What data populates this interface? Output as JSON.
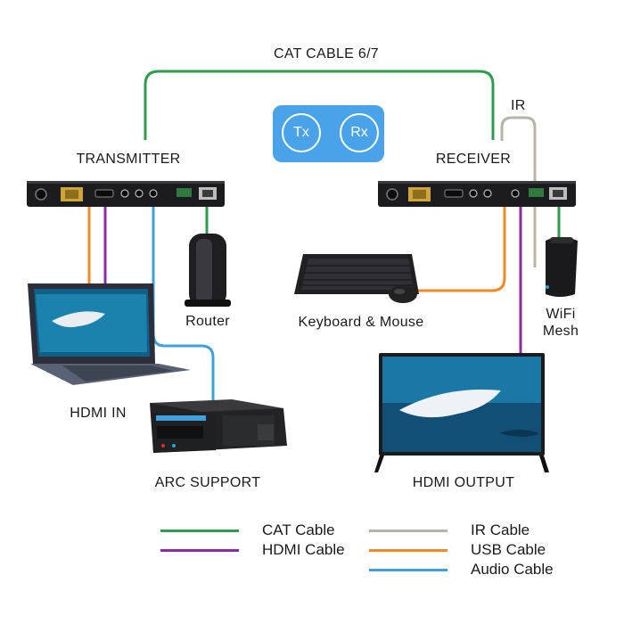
{
  "labels": {
    "cat_cable_title": "CAT CABLE 6/7",
    "ir": "IR",
    "transmitter": "TRANSMITTER",
    "receiver": "RECEIVER",
    "router": "Router",
    "keyboard_mouse": "Keyboard & Mouse",
    "wifi": "WiFi",
    "mesh": "Mesh",
    "hdmi_in": "HDMI IN",
    "arc_support": "ARC SUPPORT",
    "hdmi_output": "HDMI OUTPUT"
  },
  "badge": {
    "tx": "Tx",
    "rx": "Rx"
  },
  "legend": [
    {
      "label": "CAT Cable",
      "color": "#2e9b4f"
    },
    {
      "label": "HDMI Cable",
      "color": "#8e2aa5"
    },
    {
      "label": "IR Cable",
      "color": "#b9b3a7"
    },
    {
      "label": "USB Cable",
      "color": "#ef8a24"
    },
    {
      "label": "Audio Cable",
      "color": "#3fa0dc"
    }
  ],
  "colors": {
    "cat": "#2e9b4f",
    "hdmi": "#8e2aa5",
    "ir": "#b9b3a7",
    "usb": "#ef8a24",
    "audio": "#3fa0dc",
    "badge": "#4aa3e8"
  },
  "icons": [
    "transmitter-box-icon",
    "receiver-box-icon",
    "router-icon",
    "keyboard-icon",
    "mouse-icon",
    "wifi-mesh-icon",
    "laptop-icon",
    "av-receiver-icon",
    "tv-icon"
  ]
}
